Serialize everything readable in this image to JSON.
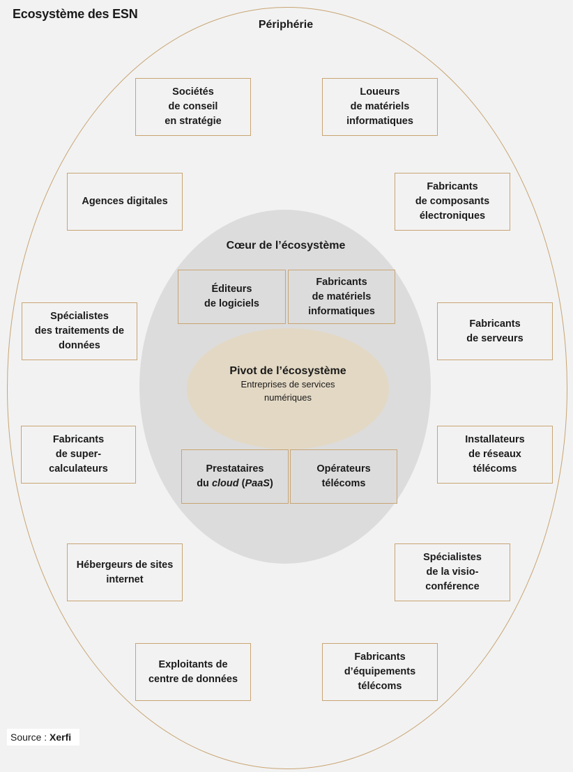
{
  "title": "Ecosystème des ESN",
  "zones": {
    "outer_label": "Périphérie",
    "core_label": "Cœur de l’écosystème",
    "pivot_title": "Pivot de l’écosystème",
    "pivot_subtitle": "Entreprises de services numériques"
  },
  "periphery": [
    "Sociétés\nde conseil\nen stratégie",
    "Loueurs\nde matériels\ninformatiques",
    "Agences digitales",
    "Fabricants\nde composants\nélectroniques",
    "Spécialistes\ndes traitements de\ndonnées",
    "Fabricants\nde serveurs",
    "Fabricants\nde super-\ncalculateurs",
    "Installateurs\nde réseaux\ntélécoms",
    "Hébergeurs de sites\ninternet",
    "Spécialistes\nde la visio-\nconférence",
    "Exploitants de\ncentre de données",
    "Fabricants\nd’équipements\ntélécoms"
  ],
  "core": {
    "editeurs": "Éditeurs\nde logiciels",
    "fab_materiels": "Fabricants\nde matériels\ninformatiques",
    "prestataires_prefix": "Prestataires\ndu ",
    "prestataires_cloud": "cloud",
    "prestataires_mid": " (",
    "prestataires_paas": "PaaS",
    "prestataires_suffix": ")",
    "operateurs": "Opérateurs\ntélécoms"
  },
  "source": {
    "prefix": "Source : ",
    "name": "Xerfi"
  }
}
